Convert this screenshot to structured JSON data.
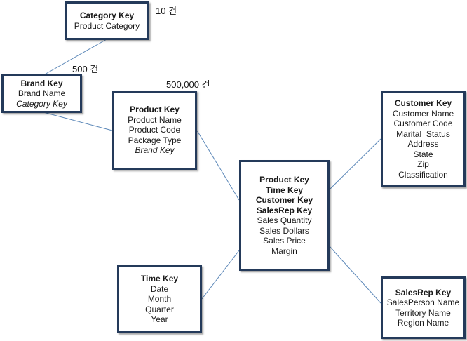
{
  "entities": {
    "category": {
      "key": "Category Key",
      "attrs": [
        "Product Category"
      ]
    },
    "brand": {
      "key": "Brand Key",
      "attrs": [
        "Brand Name"
      ],
      "fk": [
        "Category Key"
      ]
    },
    "product": {
      "key": "Product Key",
      "attrs": [
        "Product Name",
        "Product Code",
        "Package Type"
      ],
      "fk": [
        "Brand Key"
      ]
    },
    "sales": {
      "keys": [
        "Product Key",
        "Time Key",
        "Customer Key",
        "SalesRep Key"
      ],
      "attrs": [
        "Sales Quantity",
        "Sales Dollars",
        "Sales Price",
        "Margin"
      ]
    },
    "customer": {
      "key": "Customer Key",
      "attrs": [
        "Customer Name",
        "Customer Code",
        "Marital  Status",
        "Address",
        "State",
        "Zip",
        "Classification"
      ]
    },
    "time": {
      "key": "Time Key",
      "attrs": [
        "Date",
        "Month",
        "Quarter",
        "Year"
      ]
    },
    "salesrep": {
      "key": "SalesRep Key",
      "attrs": [
        "SalesPerson Name",
        "Territory Name",
        "Region Name"
      ]
    }
  },
  "counts": {
    "category": "10 건",
    "brand": "500 건",
    "product": "500,000 건"
  },
  "colors": {
    "border": "#243a5a",
    "connector": "#5b87b8"
  }
}
